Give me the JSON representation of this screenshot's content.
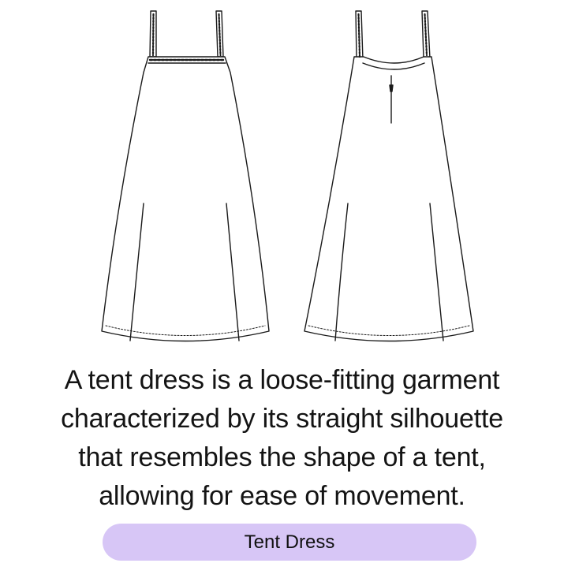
{
  "description": {
    "lines": [
      "A tent dress is a loose-fitting garment",
      "characterized by its straight silhouette",
      "that resembles the shape of a tent,",
      "allowing for ease of movement."
    ]
  },
  "label": {
    "text": "Tent Dress",
    "background": "#d7c6f6"
  },
  "colors": {
    "line": "#1a1a1a",
    "background": "#ffffff"
  }
}
